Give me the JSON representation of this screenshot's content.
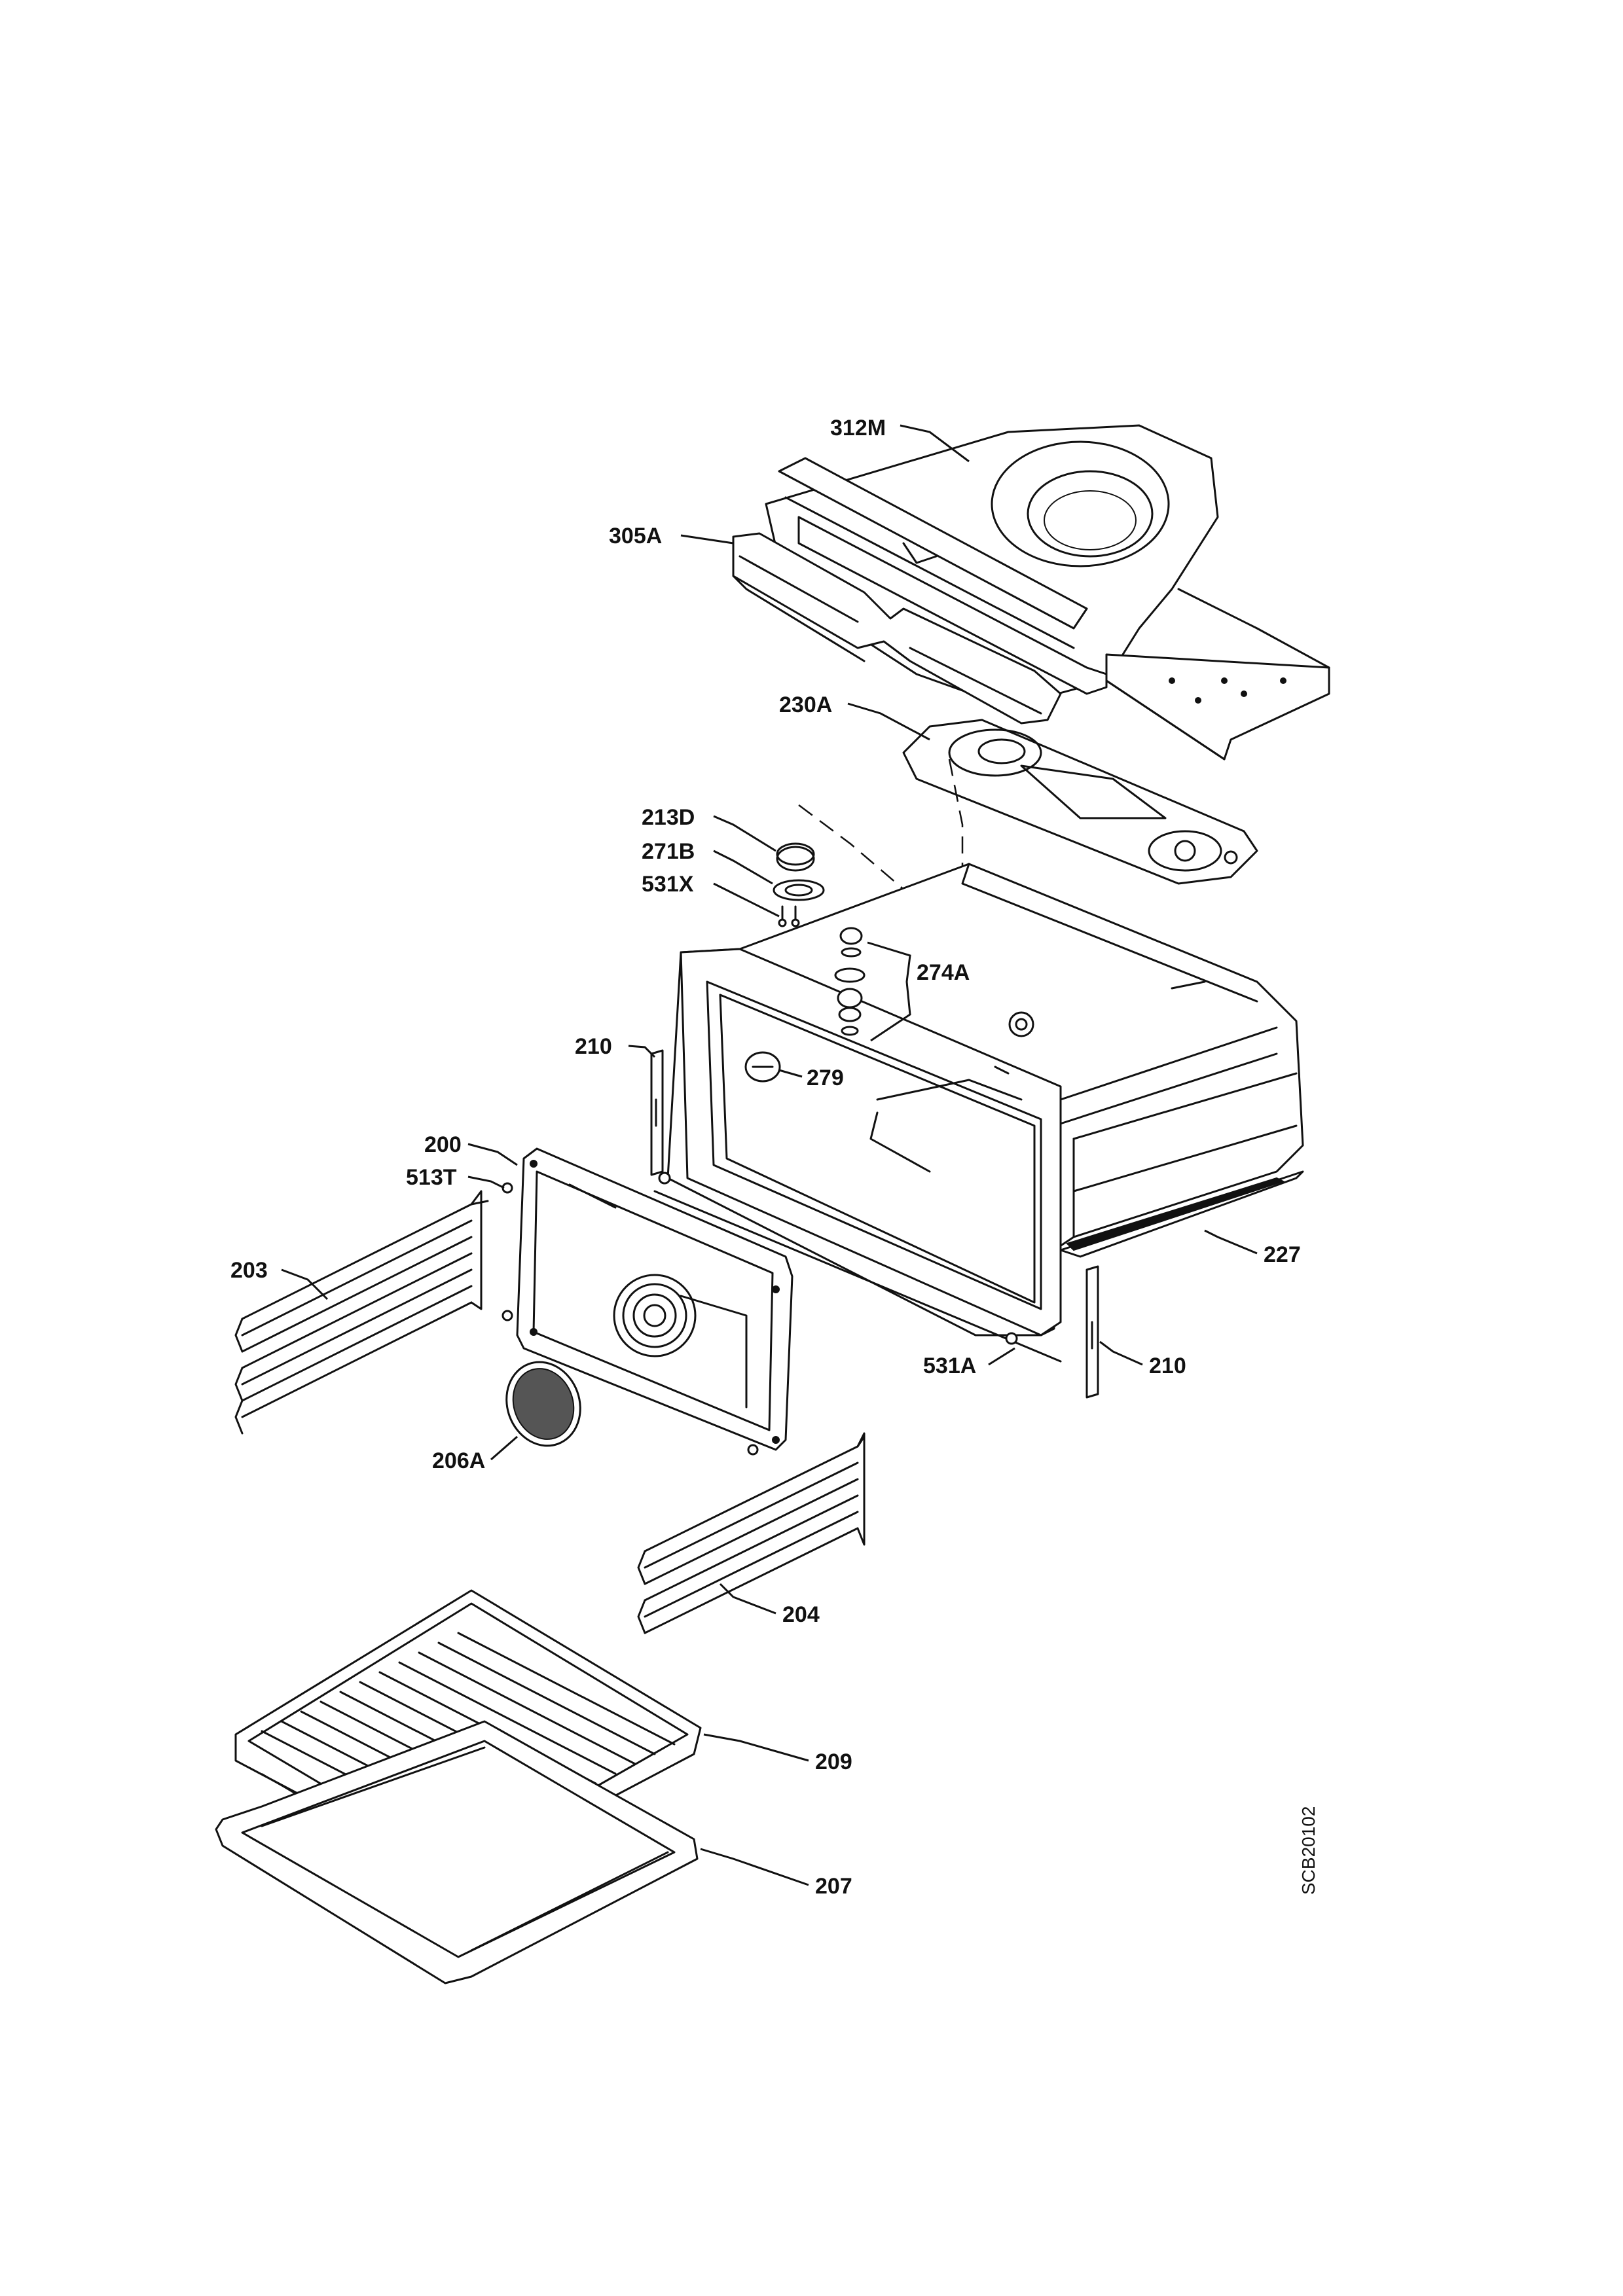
{
  "diagram": {
    "reference_code": "SCB20102",
    "parts": [
      {
        "id": "312m",
        "label": "312M"
      },
      {
        "id": "305a",
        "label": "305A"
      },
      {
        "id": "230a",
        "label": "230A"
      },
      {
        "id": "213d",
        "label": "213D"
      },
      {
        "id": "271b",
        "label": "271B"
      },
      {
        "id": "531x",
        "label": "531X"
      },
      {
        "id": "274a",
        "label": "274A"
      },
      {
        "id": "210-left",
        "label": "210"
      },
      {
        "id": "279",
        "label": "279"
      },
      {
        "id": "200",
        "label": "200"
      },
      {
        "id": "513t",
        "label": "513T"
      },
      {
        "id": "203",
        "label": "203"
      },
      {
        "id": "227",
        "label": "227"
      },
      {
        "id": "531a",
        "label": "531A"
      },
      {
        "id": "210-right",
        "label": "210"
      },
      {
        "id": "206a",
        "label": "206A"
      },
      {
        "id": "204",
        "label": "204"
      },
      {
        "id": "209",
        "label": "209"
      },
      {
        "id": "207",
        "label": "207"
      }
    ]
  }
}
